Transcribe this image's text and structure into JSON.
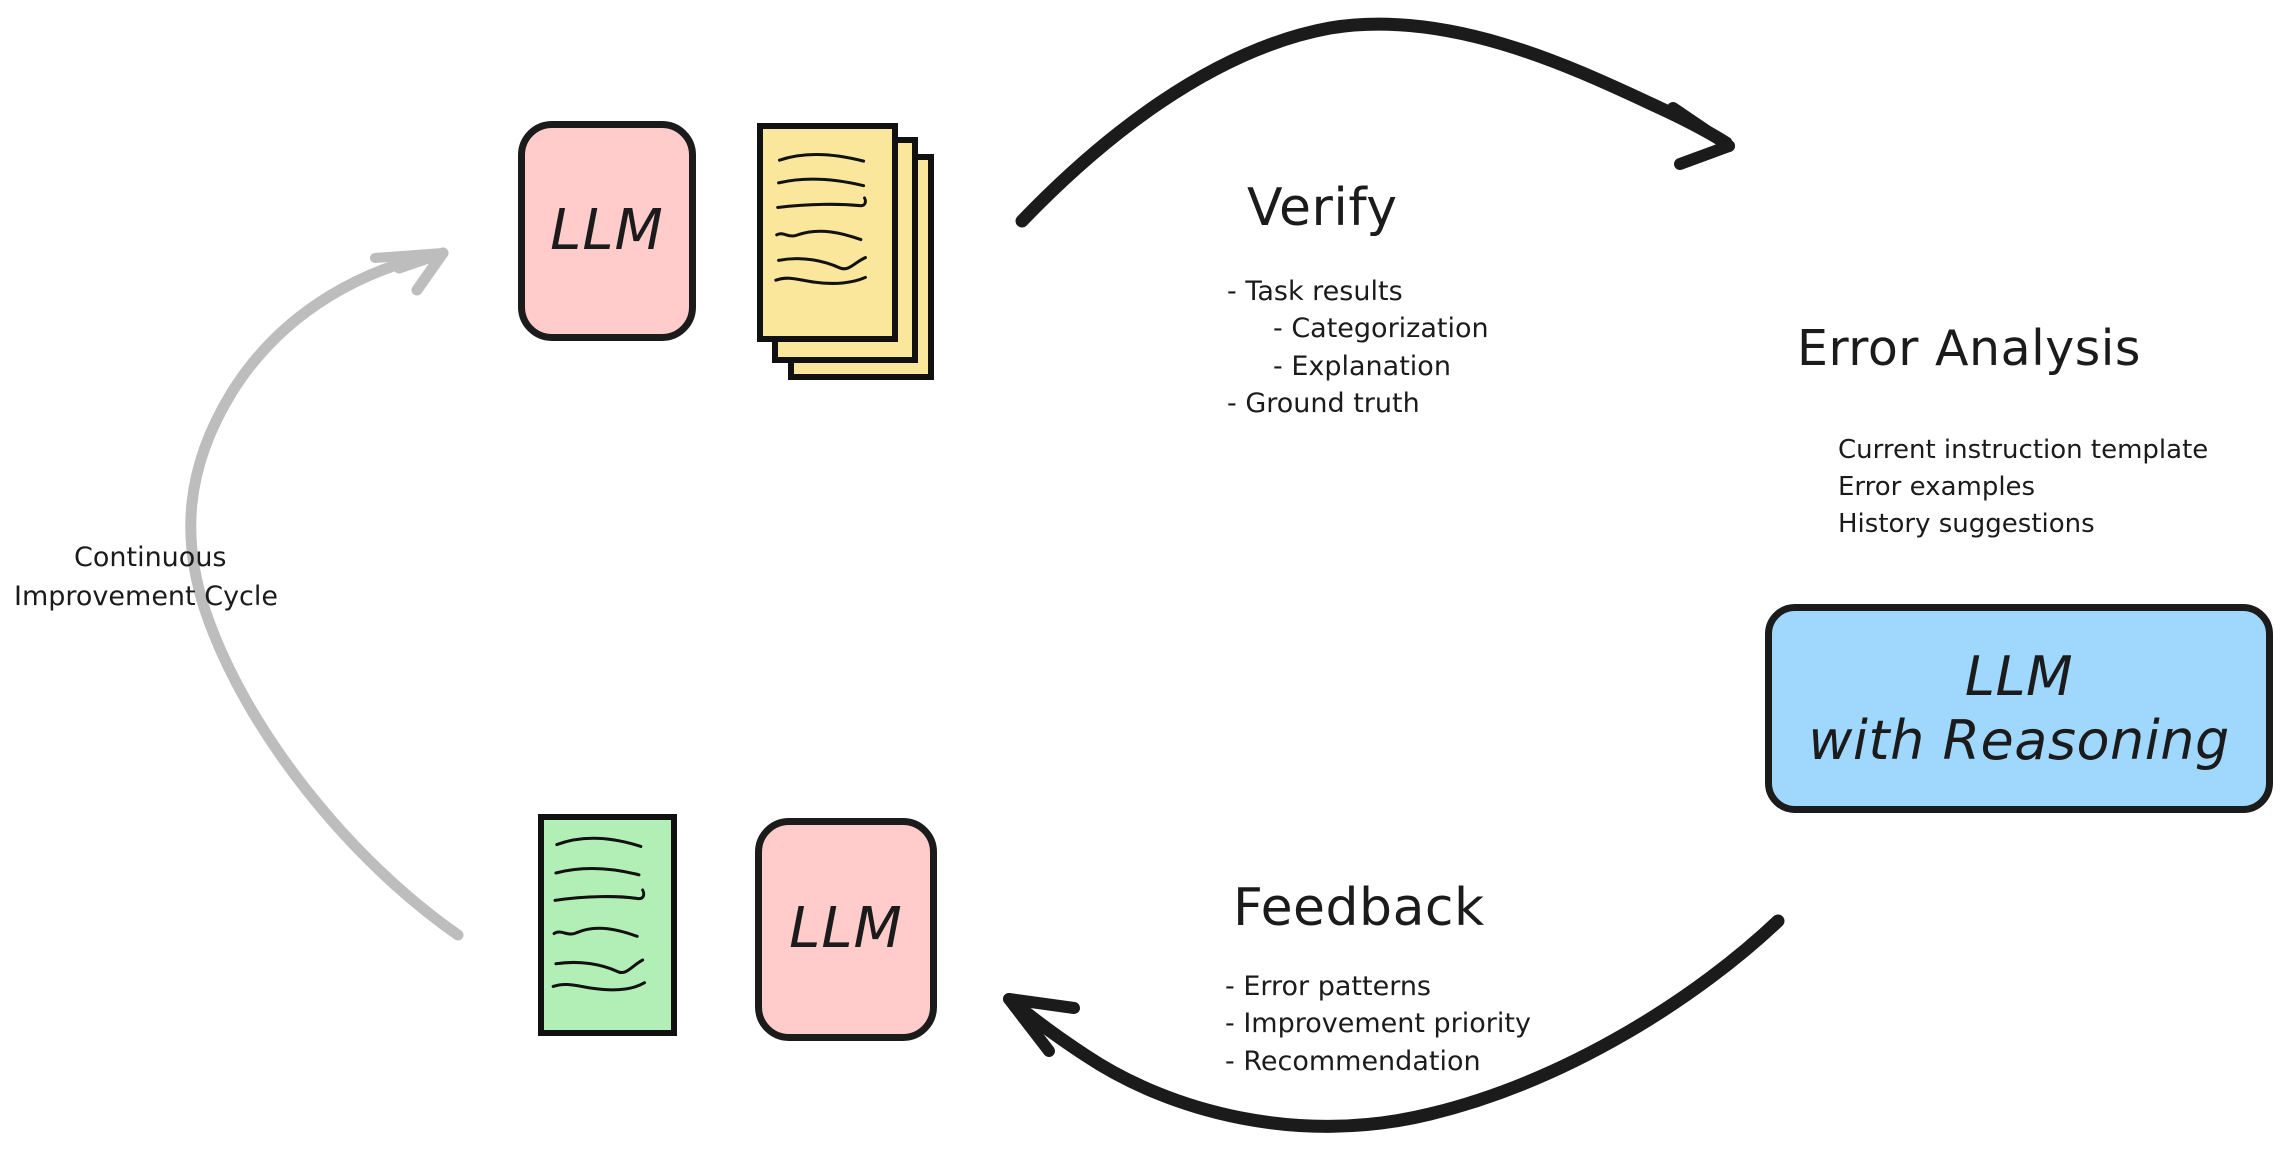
{
  "diagram": {
    "title": "Continuous Improvement Cycle",
    "background_color": "#ffffff",
    "ink_color": "#1b1b1b"
  },
  "nodes": {
    "llm_top": {
      "label": "LLM",
      "fill": "#ffcccb",
      "stroke": "#1b1b1b"
    },
    "llm_bottom": {
      "label": "LLM",
      "fill": "#ffcccb",
      "stroke": "#1b1b1b"
    },
    "llm_reasoning": {
      "line1": "LLM",
      "line2": "with Reasoning",
      "fill": "#a0d8fd",
      "stroke": "#1b1b1b"
    },
    "documents_yellow": {
      "fill": "#fae79b",
      "stroke": "#111111",
      "sheet_count": 3
    },
    "document_green": {
      "fill": "#b2efb6",
      "stroke": "#111111",
      "sheet_count": 1
    }
  },
  "verify": {
    "heading": "Verify",
    "items": [
      {
        "text": "- Task results",
        "indent": 0
      },
      {
        "text": "- Categorization",
        "indent": 1
      },
      {
        "text": "- Explanation",
        "indent": 1
      },
      {
        "text": "- Ground truth",
        "indent": 0
      }
    ]
  },
  "error_analysis": {
    "heading": "Error Analysis",
    "items": [
      "Current instruction template",
      "Error examples",
      "History suggestions"
    ]
  },
  "feedback": {
    "heading": "Feedback",
    "items": [
      "- Error patterns",
      "- Improvement priority",
      "- Recommendation"
    ]
  },
  "cycle_label": {
    "line1": "Continuous",
    "line2": "Improvement Cycle",
    "color": "#1b1b1b"
  },
  "arrows": [
    {
      "name": "verify-arrow",
      "color": "#1b1b1b",
      "direction": "left-to-right-over-top"
    },
    {
      "name": "feedback-arrow",
      "color": "#1b1b1b",
      "direction": "right-to-left-under-bottom"
    },
    {
      "name": "cycle-arrow",
      "color": "#bdbdbd",
      "direction": "bottom-to-top-on-left"
    }
  ]
}
